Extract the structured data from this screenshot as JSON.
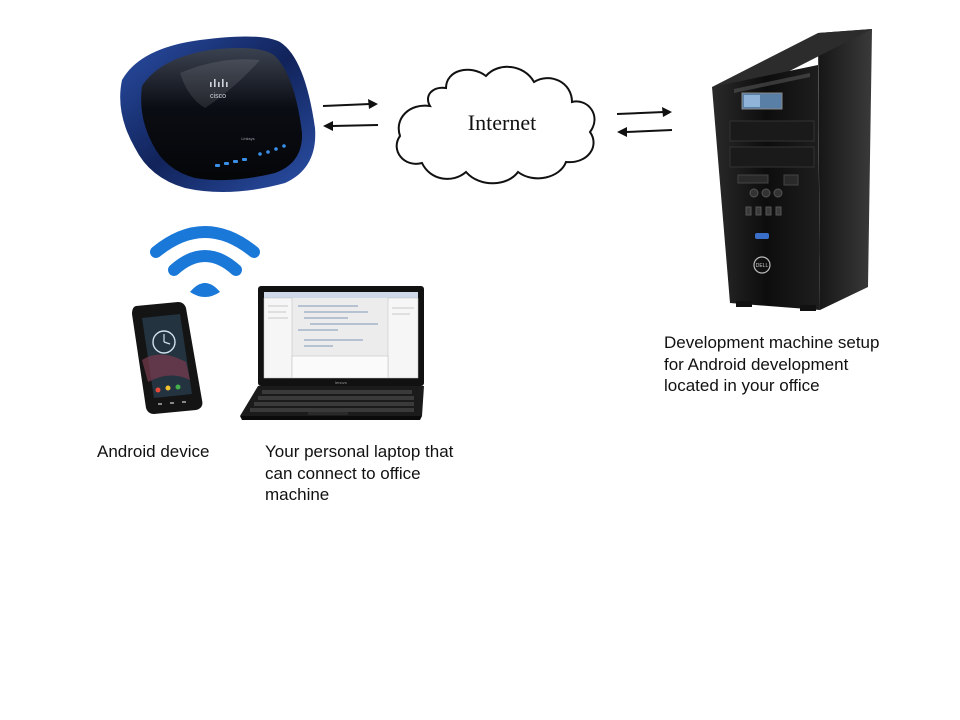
{
  "cloud": {
    "label": "Internet"
  },
  "captions": {
    "android_device": [
      "Android device"
    ],
    "laptop": [
      "Your personal laptop that",
      "can connect to office",
      "machine"
    ],
    "dev_machine": [
      "Development machine setup",
      "for Android development",
      "located in your office"
    ]
  },
  "router": {
    "brand_text": "cisco",
    "model_text": "Linksys"
  },
  "laptop": {
    "brand_text": "lenovo"
  },
  "tower": {
    "brand_text": "DELL"
  },
  "colors": {
    "wifi_blue": "#1a78d8",
    "router_body": "#0d0f1c",
    "router_trim": "#1d3c8a",
    "device_black": "#111111",
    "arrow": "#111111"
  }
}
